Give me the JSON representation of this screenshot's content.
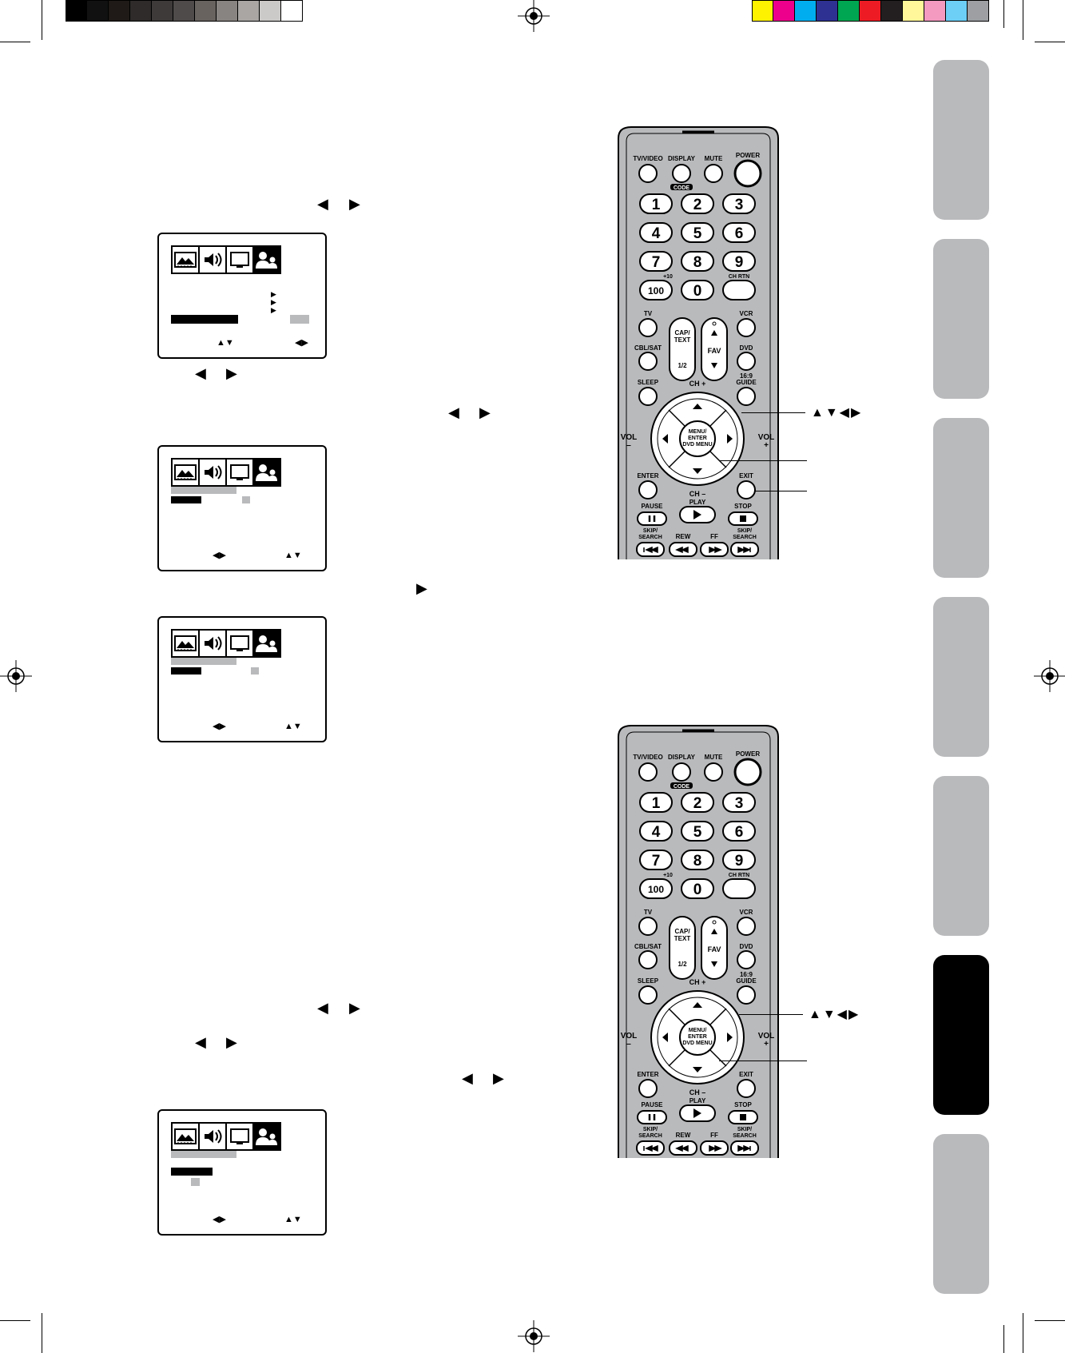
{
  "colors": {
    "grayscale": [
      "#000000",
      "#111111",
      "#1f1a17",
      "#2e2b2a",
      "#3d3a39",
      "#4f4b4a",
      "#68635f",
      "#888481",
      "#a9a6a4",
      "#cccac8",
      "#ffffff"
    ],
    "process": [
      "#fff200",
      "#ec008c",
      "#00aeef",
      "#2e3192",
      "#00a651",
      "#ed1c24",
      "#231f20",
      "#fff799",
      "#f49ac1",
      "#6dcff6",
      "#9d9fa2"
    ],
    "tab_inactive": "#b9babc",
    "tab_active": "#000000"
  },
  "tabs": {
    "count": 7,
    "active_index": 5
  },
  "remote": {
    "row1": [
      "TV/VIDEO",
      "DISPLAY",
      "MUTE",
      "POWER"
    ],
    "code_label": "CODE",
    "digits": [
      "1",
      "2",
      "3",
      "4",
      "5",
      "6",
      "7",
      "8",
      "9"
    ],
    "plus10": "+10",
    "hundred": "100",
    "zero": "0",
    "ch_rtn": "CH RTN",
    "tv": "TV",
    "vcr": "VCR",
    "cap_text": "CAP/\nTEXT",
    "half": "1/2",
    "fav": "FAV",
    "cbl_sat": "CBL/SAT",
    "dvd": "DVD",
    "sleep": "SLEEP",
    "ch_plus": "CH +",
    "aspect": "16:9",
    "guide": "GUIDE",
    "vol": "VOL",
    "vol_minus": "–",
    "vol_plus": "+",
    "menu_enter": "MENU/\nENTER\nDVD MENU",
    "enter": "ENTER",
    "exit": "EXIT",
    "ch_minus": "CH –",
    "play": "PLAY",
    "pause": "PAUSE",
    "stop": "STOP",
    "skip_search": "SKIP/\nSEARCH",
    "rew": "REW",
    "ff": "FF"
  },
  "callouts": {
    "remote1_arrows": "▲▼◀▶",
    "remote2_arrows": "▲▼◀▶"
  },
  "osd_nav": {
    "box1": {
      "left": "▲▼",
      "right": "◀▶"
    },
    "box2": {
      "left": "◀▶",
      "right": "▲▼"
    },
    "box3": {
      "left": "◀▶",
      "right": "▲▼"
    },
    "box4": {
      "left": "◀▶",
      "right": "▲▼"
    }
  },
  "text_arrows": {
    "left": "◀",
    "right": "▶"
  }
}
